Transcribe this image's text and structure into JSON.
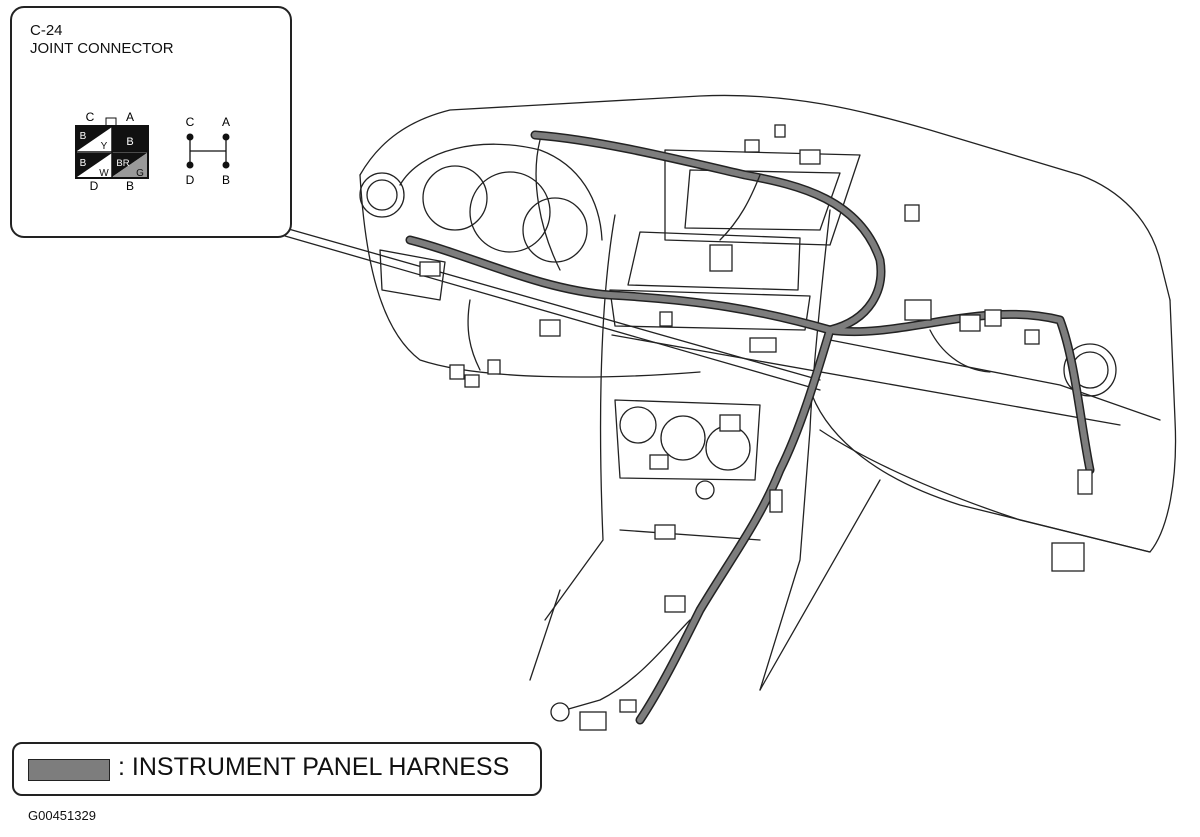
{
  "callout": {
    "id": "C-24",
    "title": "JOINT CONNECTOR",
    "connector": {
      "pins_top": [
        "C",
        "A"
      ],
      "pins_bottom": [
        "D",
        "B"
      ],
      "wire_colors": {
        "c_b": "B",
        "c_y": "Y",
        "a": "B",
        "d_b": "B",
        "d_w": "W",
        "b_br": "BR",
        "b_g": "G"
      }
    },
    "schematic": {
      "pins_top": [
        "C",
        "A"
      ],
      "pins_bottom": [
        "D",
        "B"
      ]
    }
  },
  "legend": {
    "label": ": INSTRUMENT PANEL HARNESS",
    "swatch_color": "#7d7d7d"
  },
  "figure_code": "G00451329"
}
